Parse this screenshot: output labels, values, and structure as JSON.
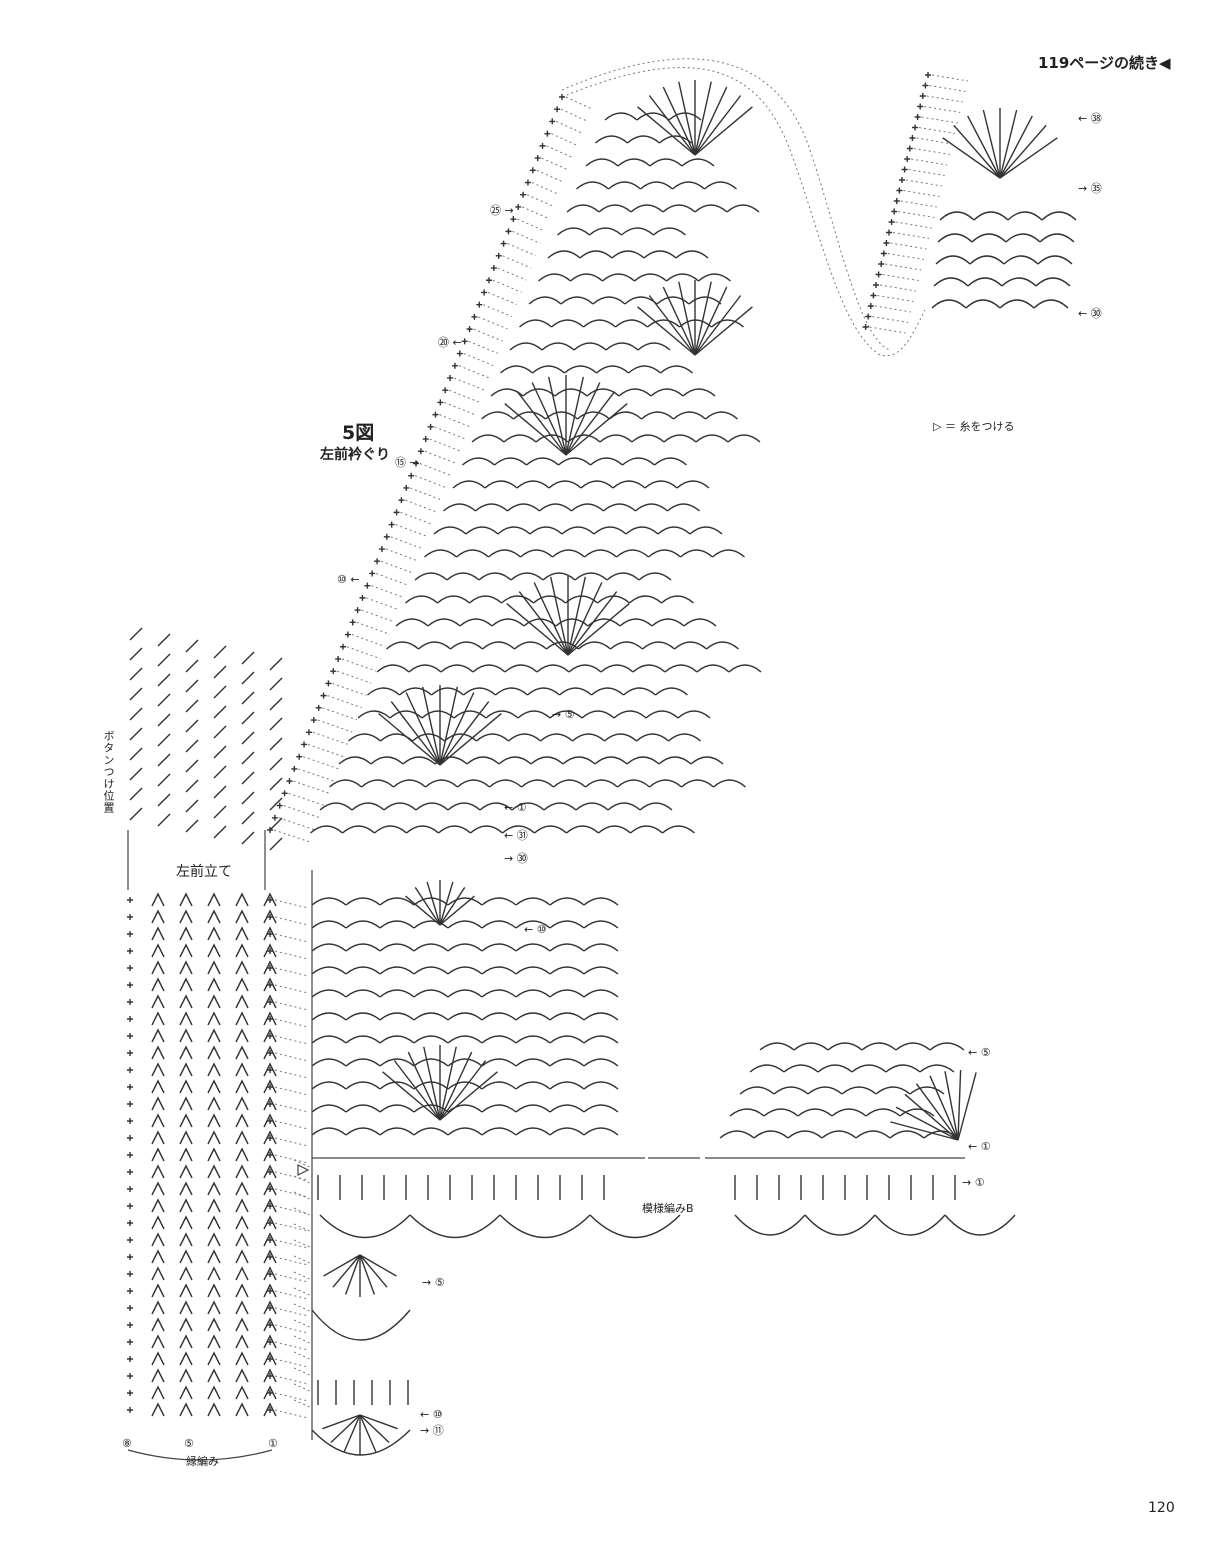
{
  "header": {
    "continued": "119ページの続き◀"
  },
  "figure": {
    "number": "5図",
    "title": "左前衿ぐり"
  },
  "labels": {
    "front_band": "左前立て",
    "pattern_b": "模様編みB",
    "edging": "縁編み",
    "button_position": "ボタンつけ位置",
    "legend": "▷ ＝ 糸をつける"
  },
  "row_markers": {
    "r38": "← ㊳",
    "r35": "→ ㉟",
    "r30_top": "← ㉚",
    "r25": "㉕ →",
    "r20": "⑳ ←",
    "r15": "⑮ →",
    "r10_neck": "⑩ ←",
    "r5_neck": "→ ⑤",
    "r1_neck": "← ①",
    "r31": "← ㉛",
    "r30_neck": "→ ㉚",
    "r10_body": "← ⑩",
    "r5_right": "← ⑤",
    "r1_right": "← ①",
    "r1_b": "→ ①",
    "r5_b": "→ ⑤",
    "r10_b": "← ⑩",
    "r11_b": "→ ⑪"
  },
  "edging_rows": {
    "r8": "⑧",
    "r5": "⑤",
    "r1": "①"
  },
  "page_number": "120"
}
